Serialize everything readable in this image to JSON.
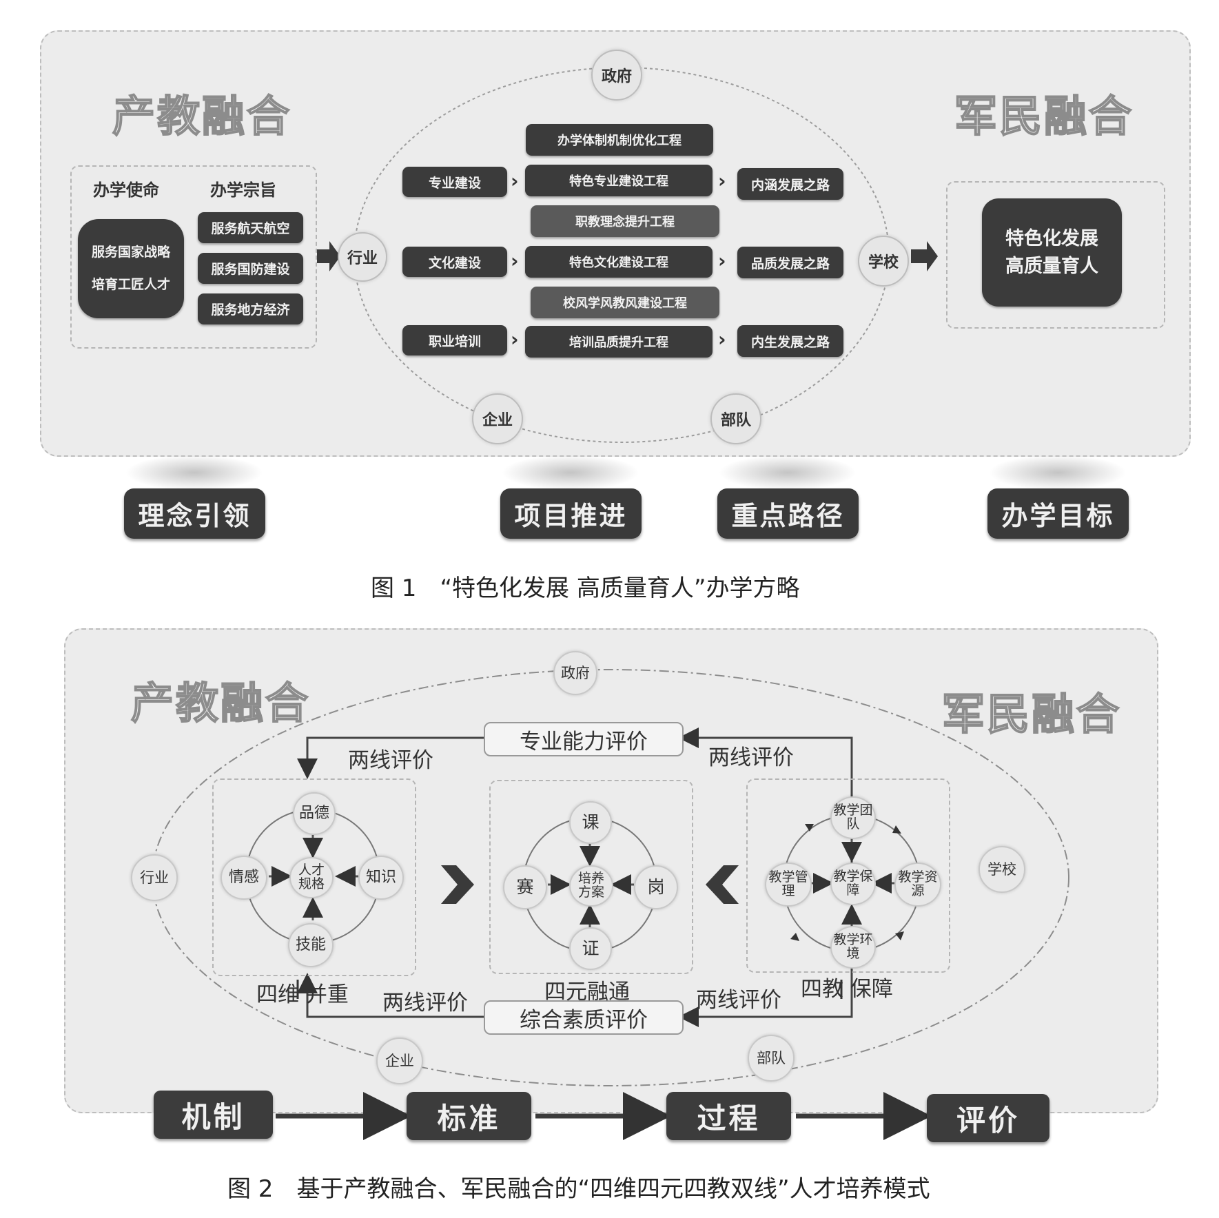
{
  "fig1": {
    "left_title": "产教融合",
    "right_title": "军民融合",
    "mission_header": "办学使命",
    "purpose_header": "办学宗旨",
    "mission_lines": [
      "服务国家战略",
      "培育工匠人才"
    ],
    "purpose_items": [
      "服务航天航空",
      "服务国防建设",
      "服务地方经济"
    ],
    "nodes": {
      "top": "政府",
      "left": "行业",
      "right": "学校",
      "bottom_left": "企业",
      "bottom_right": "部队"
    },
    "center_top": "办学体制机制优化工程",
    "rows": [
      {
        "left": "专业建设",
        "center": "特色专业建设工程",
        "right": "内涵发展之路"
      },
      {
        "left": "文化建设",
        "center": "特色文化建设工程",
        "right": "品质发展之路"
      },
      {
        "left": "职业培训",
        "center": "培训品质提升工程",
        "right": "内生发展之路"
      }
    ],
    "mid1": "职教理念提升工程",
    "mid2": "校风学风教风建设工程",
    "goal_lines": [
      "特色化发展",
      "高质量育人"
    ],
    "tabs": [
      "理念引领",
      "项目推进",
      "重点路径",
      "办学目标"
    ],
    "caption": "图 1　“特色化发展  高质量育人”办学方略"
  },
  "fig2": {
    "left_title": "产教融合",
    "right_title": "军民融合",
    "nodes": {
      "top": "政府",
      "left": "行业",
      "right": "学校",
      "bottom_left": "企业",
      "bottom_right": "部队"
    },
    "top_eval": "专业能力评价",
    "bottom_eval": "综合素质评价",
    "two_line": "两线评价",
    "cluster1": {
      "top": "品德",
      "left": "情感",
      "right": "知识",
      "bottom": "技能",
      "center": "人才规格"
    },
    "cluster2": {
      "top": "课",
      "left": "赛",
      "right": "岗",
      "bottom": "证",
      "center": "培养方案"
    },
    "cluster3": {
      "top": "教学团队",
      "left": "教学管理",
      "right": "教学资源",
      "bottom": "教学环境",
      "center": "教学保障"
    },
    "label1": "四维 并重",
    "label2": "四元融通",
    "label3": "四教 保障",
    "stages": [
      "机制",
      "标准",
      "过程",
      "评价"
    ],
    "caption": "图 2　基于产教融合、军民融合的“四维四元四教双线”人才培养模式"
  }
}
